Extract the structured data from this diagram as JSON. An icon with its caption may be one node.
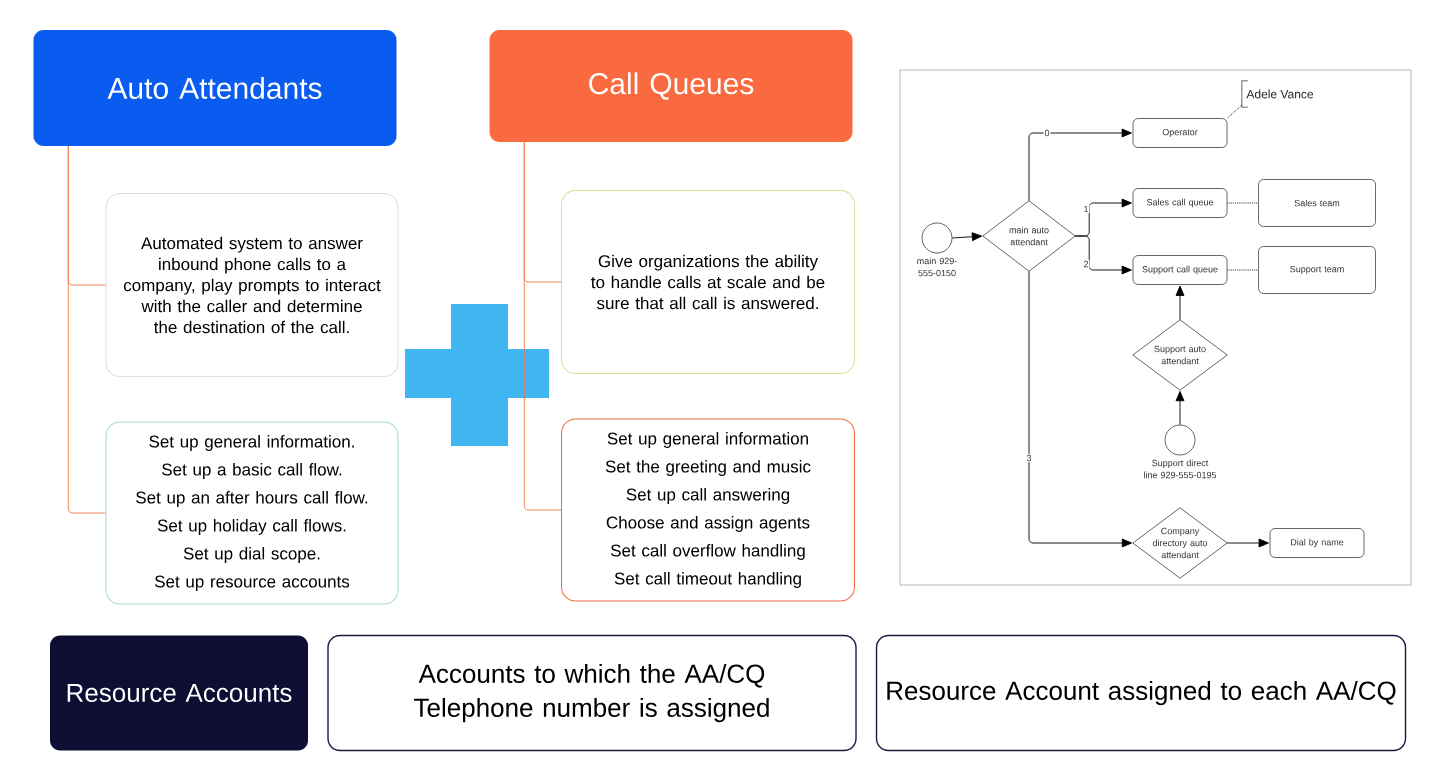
{
  "diagram": {
    "nodes": [
      {
        "text": [
          "Auto Attendants"
        ]
      },
      {
        "text": [
          "Automated system to answer inbound phone calls to a company, play prompts to interact with the caller and determine the destination of the call."
        ]
      },
      {
        "text": [
          "Set up general information.",
          "Set up a basic call flow.",
          "Set up an after hours call flow.",
          "Set up holiday call flows.",
          "Set up dial scope.",
          "Set up resource accounts"
        ]
      },
      {
        "text": [
          "Call Queues"
        ]
      },
      {
        "text": [
          "Give organizations the ability to handle calls at scale and be sure that all call is answered."
        ]
      },
      {
        "text": [
          "Set up general information",
          "Set the greeting and music",
          "Set up call answering",
          "Choose and assign agents",
          "Set call overflow handling",
          "Set call timeout handling"
        ]
      },
      {
        "text": [
          "Resource Accounts"
        ]
      },
      {
        "text": [
          "Accounts to which the AA/CQ Telephone number is assigned"
        ]
      },
      {
        "text": [
          "Resource Account assigned to each AA/CQ"
        ]
      },
      {
        "text": [],
        "shape": "circle",
        "beside": [
          "main 929-555-0150"
        ]
      },
      {
        "text": [
          "main auto attendant"
        ]
      },
      {
        "text": [
          "Operator"
        ]
      },
      {
        "text": [
          "Adele Vance"
        ]
      },
      {
        "text": [
          "Sales call queue"
        ]
      },
      {
        "text": [
          "Sales team"
        ]
      },
      {
        "text": [
          "Support call queue"
        ]
      },
      {
        "text": [
          "Support team"
        ]
      },
      {
        "text": [
          "Support auto attendant"
        ]
      },
      {
        "text": [],
        "shape": "circle",
        "beside": [
          "Support direct line 929-555-0195"
        ]
      },
      {
        "text": [
          "Company directory auto attendant"
        ]
      },
      {
        "text": [
          "Dial by name"
        ]
      }
    ],
    "edges": [
      {
        "from": 0,
        "to": 1,
        "arrow": "none",
        "color": "#f07848"
      },
      {
        "from": 0,
        "to": 2,
        "arrow": "none",
        "color": "#f07848"
      },
      {
        "from": 3,
        "to": 4,
        "arrow": "none",
        "color": "#f07848"
      },
      {
        "from": 3,
        "to": 5,
        "arrow": "none",
        "color": "#f07848"
      },
      {
        "from": 9,
        "to": 10,
        "arrow": "to"
      },
      {
        "from": 10,
        "to": 11,
        "arrow": "to",
        "label": "0"
      },
      {
        "from": 10,
        "to": 13,
        "arrow": "to",
        "label": "1"
      },
      {
        "from": 10,
        "to": 15,
        "arrow": "to",
        "label": "2"
      },
      {
        "from": 10,
        "to": 19,
        "arrow": "to",
        "label": "3"
      },
      {
        "from": 12,
        "to": 11,
        "arrow": "none",
        "style": "dashed"
      },
      {
        "from": 13,
        "to": 14,
        "arrow": "none",
        "style": "dashed"
      },
      {
        "from": 15,
        "to": 16,
        "arrow": "none",
        "style": "dashed"
      },
      {
        "from": 17,
        "to": 15,
        "arrow": "to"
      },
      {
        "from": 18,
        "to": 17,
        "arrow": "to"
      },
      {
        "from": 19,
        "to": 20,
        "arrow": "to"
      }
    ]
  }
}
